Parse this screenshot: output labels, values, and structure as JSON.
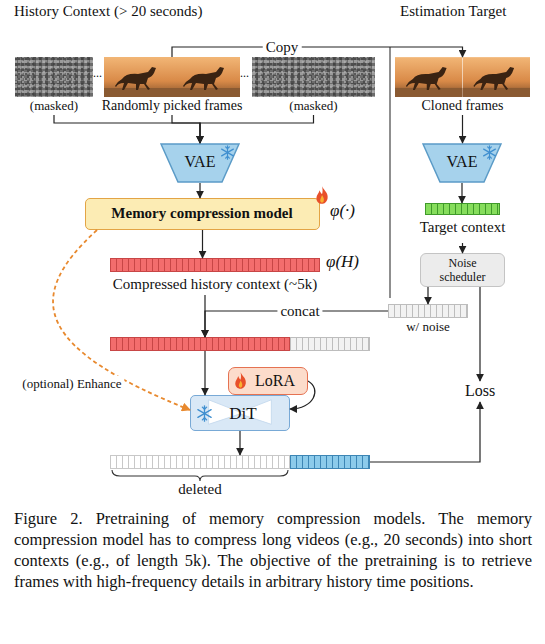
{
  "diagram": {
    "caption": "Figure 2. Pretraining of memory compression models. The memory compression model has to compress long videos (e.g., 20 seconds) into short contexts (e.g., of length 5k). The objective of the pretraining is to retrieve frames with high-frequency details in arbitrary history time positions.",
    "nodes": [
      {
        "text": [
          "(masked)"
        ]
      },
      {
        "text": [
          "Randomly picked frames"
        ]
      },
      {
        "text": [
          "(masked)"
        ]
      },
      {
        "text": [
          "Cloned frames"
        ]
      },
      {
        "text": [
          "VAE"
        ]
      },
      {
        "text": [
          "VAE"
        ]
      },
      {
        "text": [
          "Memory compression model",
          "φ(·)"
        ]
      },
      {
        "text": [
          "Target context"
        ]
      },
      {
        "text": [
          "φ(H)",
          "Compressed history context (~5k)"
        ]
      },
      {
        "text": [
          "Noise scheduler"
        ]
      },
      {
        "text": [
          "w/ noise"
        ]
      },
      {
        "text": []
      },
      {
        "text": [
          "LoRA"
        ]
      },
      {
        "text": [
          "DiT"
        ]
      },
      {
        "text": [
          "Loss"
        ]
      },
      {
        "text": [
          "deleted"
        ]
      }
    ],
    "edges": [
      {
        "from": 0,
        "to": 4,
        "arrow": "to"
      },
      {
        "from": 1,
        "to": 4,
        "arrow": "to"
      },
      {
        "from": 2,
        "to": 4,
        "arrow": "to"
      },
      {
        "from": 1,
        "to": 3,
        "label": "Copy",
        "arrow": "to"
      },
      {
        "from": 3,
        "to": 5,
        "arrow": "to"
      },
      {
        "from": 4,
        "to": 6,
        "arrow": "to"
      },
      {
        "from": 5,
        "to": 7,
        "arrow": "to"
      },
      {
        "from": 6,
        "to": 8,
        "arrow": "to"
      },
      {
        "from": 7,
        "to": 9,
        "arrow": "to"
      },
      {
        "from": 9,
        "to": 10,
        "arrow": "to"
      },
      {
        "from": 9,
        "to": 14,
        "arrow": "to"
      },
      {
        "from": 8,
        "to": 11,
        "arrow": "to"
      },
      {
        "from": 10,
        "to": 11,
        "label": "concat",
        "arrow": "to"
      },
      {
        "from": 12,
        "to": 13,
        "arrow": "to"
      },
      {
        "from": 11,
        "to": 13,
        "arrow": "to"
      },
      {
        "from": 6,
        "to": 13,
        "label": "(optional) Enhance",
        "arrow": "to"
      },
      {
        "from": 13,
        "to": 15,
        "arrow": "to"
      },
      {
        "from": 15,
        "to": 14,
        "arrow": "to"
      }
    ],
    "labels": [
      "History Context (> 20 seconds)",
      "Estimation Target",
      "...",
      "..."
    ]
  }
}
